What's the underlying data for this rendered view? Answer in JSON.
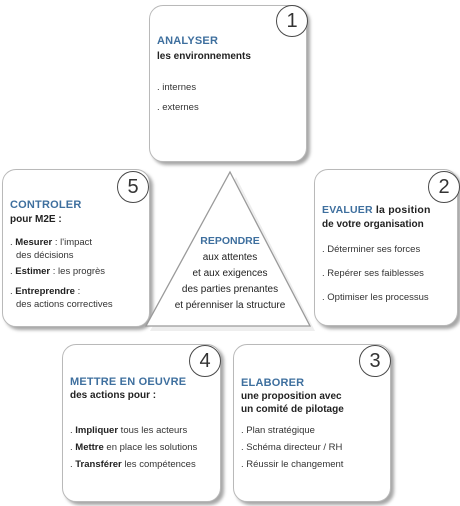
{
  "colors": {
    "accent": "#3e6f9e",
    "border": "#b9b9b9"
  },
  "steps": [
    {
      "number": "1",
      "keyword": "ANALYSER",
      "rest": "",
      "subtitle": "les environnements",
      "items": [
        ". internes",
        ". externes"
      ]
    },
    {
      "number": "2",
      "keyword": "EVALUER",
      "rest": " la position",
      "subtitle": "de votre organisation",
      "items": [
        ". Déterminer ses forces",
        ". Repérer ses faiblesses",
        ". Optimiser les processus"
      ]
    },
    {
      "number": "3",
      "keyword": "ELABORER",
      "rest": "",
      "subtitle_lines": [
        "une proposition avec",
        "un comité de pilotage"
      ],
      "items": [
        ". Plan stratégique",
        ". Schéma directeur / RH",
        ". Réussir le changement"
      ]
    },
    {
      "number": "4",
      "keyword": "METTRE EN OEUVRE",
      "rest": "",
      "subtitle": "des actions pour :",
      "items": [
        {
          "bold": "Impliquer",
          "text": " tous les acteurs"
        },
        {
          "bold": "Mettre",
          "text": " en place les solutions"
        },
        {
          "bold": "Transférer",
          "text": " les compétences"
        }
      ]
    },
    {
      "number": "5",
      "keyword": "CONTROLER",
      "rest": "",
      "subtitle": "pour M2E :",
      "items": [
        {
          "bold": "Mesurer",
          "text": " : l'impact",
          "line2": "des décisions"
        },
        {
          "bold": "Estimer",
          "text": " : les progrès"
        },
        {
          "bold": "Entreprendre",
          "text": " :",
          "line2": "des actions correctives"
        }
      ]
    }
  ],
  "center": {
    "title": "REPONDRE",
    "lines": [
      "aux attentes",
      "et aux exigences",
      "des parties prenantes",
      "et pérenniser la structure"
    ]
  }
}
